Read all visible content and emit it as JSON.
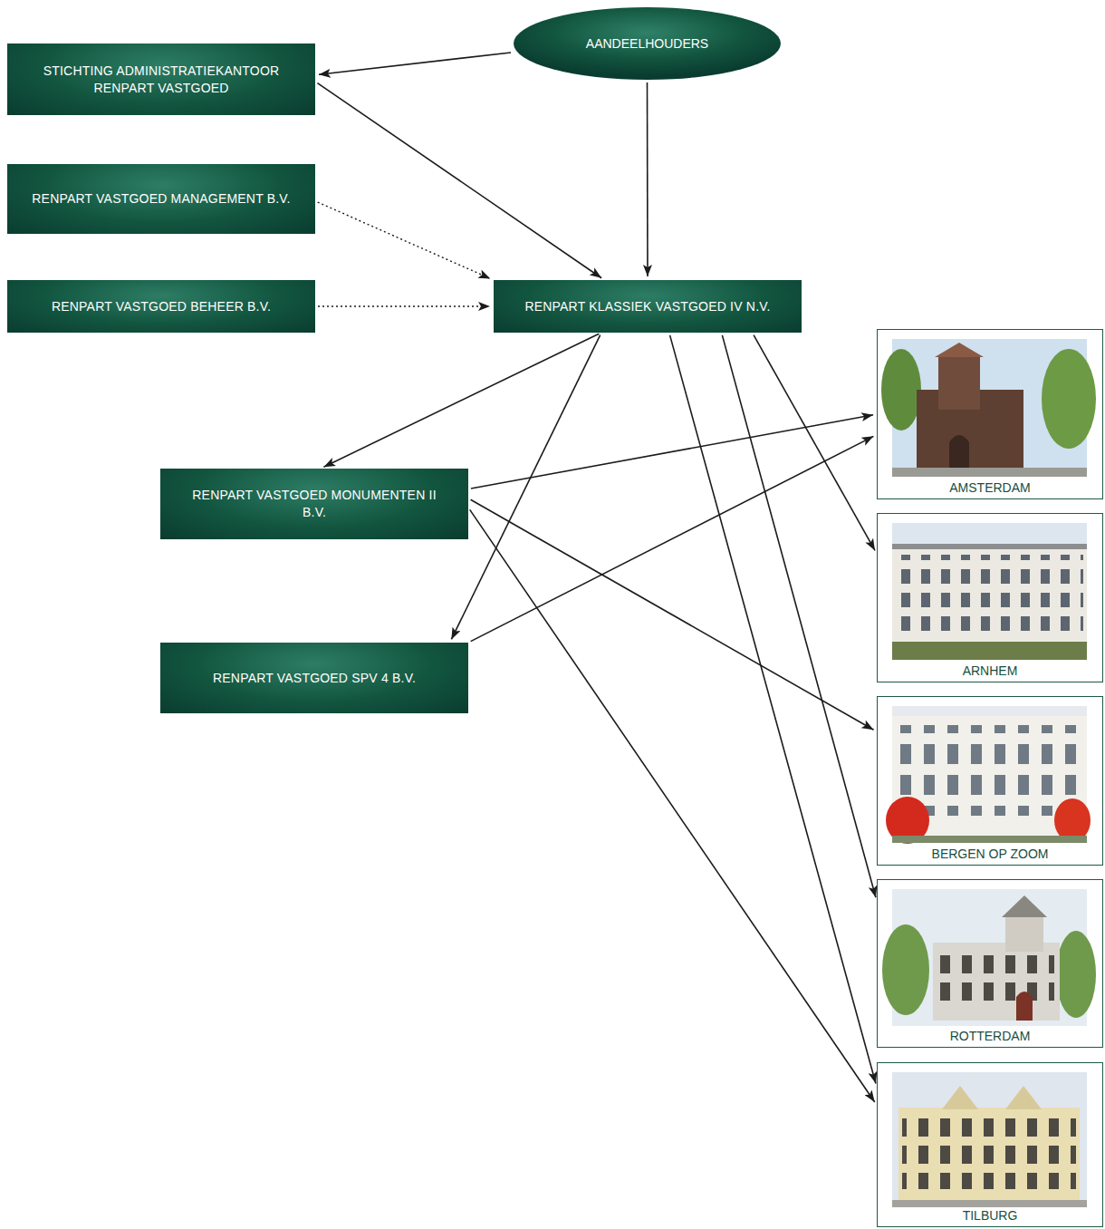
{
  "diagram": {
    "nodes": [
      {
        "text": [
          "AANDEELHOUDERS"
        ]
      },
      {
        "text": [
          "STICHTING ADMINISTRATIEKANTOOR RENPART VASTGOED"
        ]
      },
      {
        "text": [
          "RENPART VASTGOED MANAGEMENT B.V."
        ]
      },
      {
        "text": [
          "RENPART VASTGOED BEHEER B.V."
        ]
      },
      {
        "text": [
          "RENPART KLASSIEK VASTGOED IV N.V."
        ]
      },
      {
        "text": [
          "RENPART VASTGOED MONUMENTEN II B.V."
        ]
      },
      {
        "text": [
          "RENPART VASTGOED SPV 4 B.V."
        ]
      },
      {
        "text": [
          "AMSTERDAM"
        ]
      },
      {
        "text": [
          "ARNHEM"
        ]
      },
      {
        "text": [
          "BERGEN OP ZOOM"
        ]
      },
      {
        "text": [
          "ROTTERDAM"
        ]
      },
      {
        "text": [
          "TILBURG"
        ]
      }
    ],
    "edges": [
      {
        "from": 0,
        "to": 1,
        "arrow": "to"
      },
      {
        "from": 0,
        "to": 4,
        "arrow": "to"
      },
      {
        "from": 1,
        "to": 4,
        "arrow": "to"
      },
      {
        "from": 2,
        "to": 4,
        "arrow": "to"
      },
      {
        "from": 3,
        "to": 4,
        "arrow": "to"
      },
      {
        "from": 4,
        "to": 5,
        "arrow": "to"
      },
      {
        "from": 4,
        "to": 6,
        "arrow": "to"
      },
      {
        "from": 4,
        "to": 8,
        "arrow": "to"
      },
      {
        "from": 4,
        "to": 10,
        "arrow": "to"
      },
      {
        "from": 4,
        "to": 11,
        "arrow": "to"
      },
      {
        "from": 5,
        "to": 7,
        "arrow": "to"
      },
      {
        "from": 5,
        "to": 9,
        "arrow": "to"
      },
      {
        "from": 5,
        "to": 11,
        "arrow": "to"
      },
      {
        "from": 6,
        "to": 7,
        "arrow": "to"
      }
    ]
  }
}
